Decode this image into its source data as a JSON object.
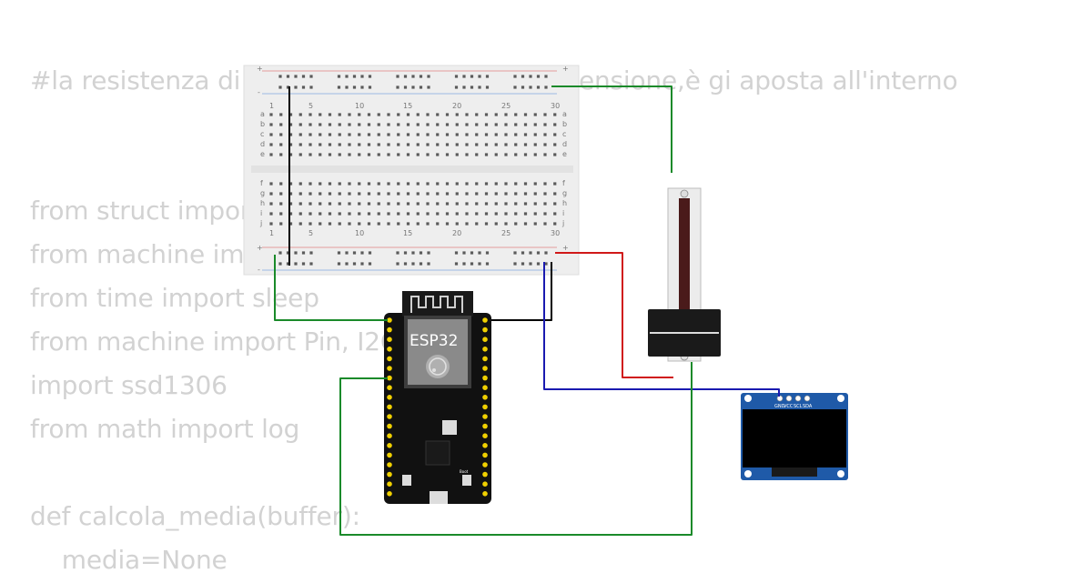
{
  "code": {
    "lines": [
      "#la resistenza di pull-up per mantenere la tensione,è gi aposta all'interno",
      "",
      "",
      "from struct import pack",
      "from machine import ADC",
      "from time import sleep",
      "from machine import Pin, I2C",
      "import ssd1306",
      "from math import log",
      "",
      "def calcola_media(buffer):",
      "    media=None"
    ]
  },
  "breadboard": {
    "top_numbers": [
      "1",
      "5",
      "10",
      "15",
      "20",
      "25",
      "30"
    ],
    "bottom_numbers": [
      "1",
      "5",
      "10",
      "15",
      "20",
      "25",
      "30"
    ],
    "rows_top": [
      "a",
      "b",
      "c",
      "d",
      "e"
    ],
    "rows_bottom": [
      "f",
      "g",
      "h",
      "i",
      "j"
    ],
    "rail_plus": "+",
    "rail_minus": "-"
  },
  "esp32": {
    "label": "ESP32",
    "boot_label": "Boot"
  },
  "oled": {
    "pins": [
      "GND",
      "VCC",
      "SCL",
      "SDA"
    ]
  },
  "wires": {
    "green": "#1a8a2a",
    "red": "#d01818",
    "blue": "#1a1ab0",
    "black": "#000000"
  },
  "colors": {
    "breadboard": "#eeeeee",
    "esp_board": "#111111",
    "oled_board": "#1f5aa8",
    "pin_gold": "#f0d000",
    "code_text": "#d2d2d2"
  }
}
